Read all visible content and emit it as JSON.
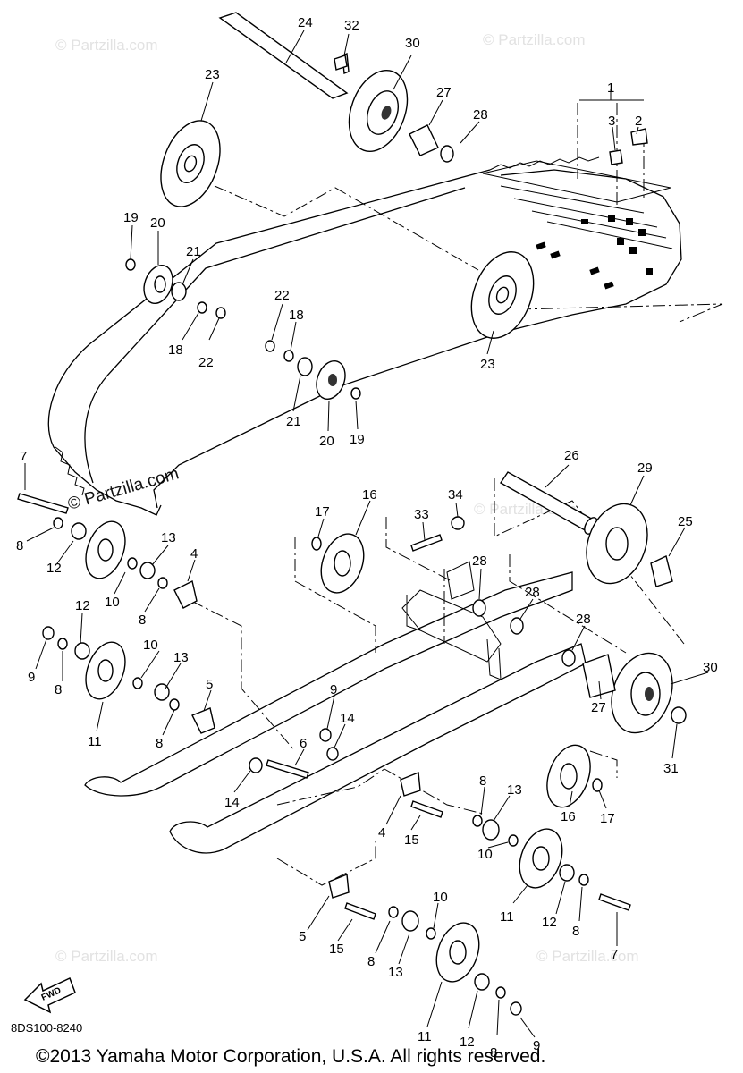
{
  "diagram": {
    "watermark_text": "© Partzilla.com",
    "drawing_code": "8DS100-8240",
    "copyright": "©2013  Yamaha Motor Corporation, U.S.A. All rights reserved.",
    "direction_badge": "FWD",
    "callouts": [
      {
        "id": "c24",
        "label": "24"
      },
      {
        "id": "c32",
        "label": "32"
      },
      {
        "id": "c30a",
        "label": "30"
      },
      {
        "id": "c23a",
        "label": "23"
      },
      {
        "id": "c27a",
        "label": "27"
      },
      {
        "id": "c28a",
        "label": "28"
      },
      {
        "id": "c1",
        "label": "1"
      },
      {
        "id": "c3",
        "label": "3"
      },
      {
        "id": "c2",
        "label": "2"
      },
      {
        "id": "c19a",
        "label": "19"
      },
      {
        "id": "c20a",
        "label": "20"
      },
      {
        "id": "c21a",
        "label": "21"
      },
      {
        "id": "c18a",
        "label": "18"
      },
      {
        "id": "c22a",
        "label": "22"
      },
      {
        "id": "c22b",
        "label": "22"
      },
      {
        "id": "c18b",
        "label": "18"
      },
      {
        "id": "c23b",
        "label": "23"
      },
      {
        "id": "c21b",
        "label": "21"
      },
      {
        "id": "c20b",
        "label": "20"
      },
      {
        "id": "c19b",
        "label": "19"
      },
      {
        "id": "c7a",
        "label": "7"
      },
      {
        "id": "c8a",
        "label": "8"
      },
      {
        "id": "c12a",
        "label": "12"
      },
      {
        "id": "c13a",
        "label": "13"
      },
      {
        "id": "c4a",
        "label": "4"
      },
      {
        "id": "c10a",
        "label": "10"
      },
      {
        "id": "c8b",
        "label": "8"
      },
      {
        "id": "c12b",
        "label": "12"
      },
      {
        "id": "c9a",
        "label": "9"
      },
      {
        "id": "c8c",
        "label": "8"
      },
      {
        "id": "c10b",
        "label": "10"
      },
      {
        "id": "c13b",
        "label": "13"
      },
      {
        "id": "c11a",
        "label": "11"
      },
      {
        "id": "c5a",
        "label": "5"
      },
      {
        "id": "c8d",
        "label": "8"
      },
      {
        "id": "c17a",
        "label": "17"
      },
      {
        "id": "c16a",
        "label": "16"
      },
      {
        "id": "c33",
        "label": "33"
      },
      {
        "id": "c34",
        "label": "34"
      },
      {
        "id": "c26",
        "label": "26"
      },
      {
        "id": "c29",
        "label": "29"
      },
      {
        "id": "c25",
        "label": "25"
      },
      {
        "id": "c28b",
        "label": "28"
      },
      {
        "id": "c28c",
        "label": "28"
      },
      {
        "id": "c28d",
        "label": "28"
      },
      {
        "id": "c30b",
        "label": "30"
      },
      {
        "id": "c27b",
        "label": "27"
      },
      {
        "id": "c31",
        "label": "31"
      },
      {
        "id": "c9b",
        "label": "9"
      },
      {
        "id": "c14a",
        "label": "14"
      },
      {
        "id": "c6",
        "label": "6"
      },
      {
        "id": "c14b",
        "label": "14"
      },
      {
        "id": "c16b",
        "label": "16"
      },
      {
        "id": "c17b",
        "label": "17"
      },
      {
        "id": "c8e",
        "label": "8"
      },
      {
        "id": "c13c",
        "label": "13"
      },
      {
        "id": "c4b",
        "label": "4"
      },
      {
        "id": "c15a",
        "label": "15"
      },
      {
        "id": "c10c",
        "label": "10"
      },
      {
        "id": "c11b",
        "label": "11"
      },
      {
        "id": "c12c",
        "label": "12"
      },
      {
        "id": "c8f",
        "label": "8"
      },
      {
        "id": "c7b",
        "label": "7"
      },
      {
        "id": "c10d",
        "label": "10"
      },
      {
        "id": "c5b",
        "label": "5"
      },
      {
        "id": "c15b",
        "label": "15"
      },
      {
        "id": "c8g",
        "label": "8"
      },
      {
        "id": "c13d",
        "label": "13"
      },
      {
        "id": "c11c",
        "label": "11"
      },
      {
        "id": "c12d",
        "label": "12"
      },
      {
        "id": "c8h",
        "label": "8"
      },
      {
        "id": "c9c",
        "label": "9"
      }
    ]
  }
}
